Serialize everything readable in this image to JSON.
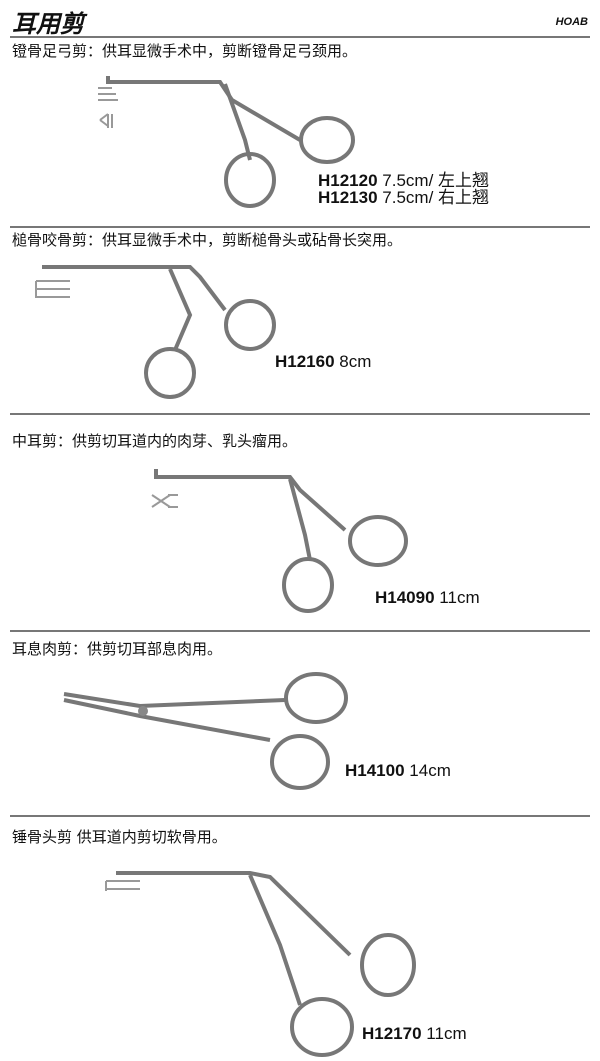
{
  "header": {
    "title": "耳用剪",
    "brand": "HOAB"
  },
  "sections": [
    {
      "desc": "镫骨足弓剪：供耳显微手术中，剪断镫骨足弓颈用。",
      "items": [
        {
          "code": "H12120",
          "spec": "7.5cm/ 左上翘"
        },
        {
          "code": "H12130",
          "spec": "7.5cm/ 右上翘"
        }
      ]
    },
    {
      "desc": "槌骨咬骨剪：供耳显微手术中，剪断槌骨头或砧骨长突用。",
      "items": [
        {
          "code": "H12160",
          "spec": "8cm"
        }
      ]
    },
    {
      "desc": "中耳剪：供剪切耳道内的肉芽、乳头瘤用。",
      "items": [
        {
          "code": "H14090",
          "spec": "11cm"
        }
      ]
    },
    {
      "desc": "耳息肉剪：供剪切耳部息肉用。",
      "items": [
        {
          "code": "H14100",
          "spec": "14cm"
        }
      ]
    },
    {
      "desc": "锤骨头剪 供耳道内剪切软骨用。",
      "items": [
        {
          "code": "H12170",
          "spec": "11cm"
        }
      ]
    }
  ]
}
